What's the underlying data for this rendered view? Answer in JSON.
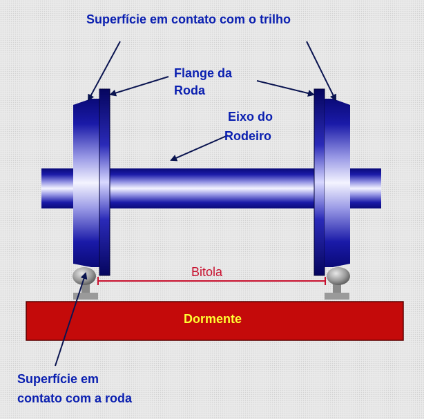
{
  "labels": {
    "top_contact": "Superfície em contato com o trilho",
    "flange_line1": "Flange da",
    "flange_line2": "Roda",
    "axle_line1": "Eixo do",
    "axle_line2": "Rodeiro",
    "gauge": "Bitola",
    "sleeper": "Dormente",
    "bottom_contact_line1": "Superfície em",
    "bottom_contact_line2": "contato com a roda"
  },
  "colors": {
    "label_blue": "#0a1fb0",
    "metal_dark": "#0a0a78",
    "metal_light": "#f4f4ff",
    "sleeper_red": "#c40a0a",
    "sleeper_text": "#ffff33",
    "gauge_red": "#c8102e",
    "rail_gray": "#9a9a9a"
  }
}
